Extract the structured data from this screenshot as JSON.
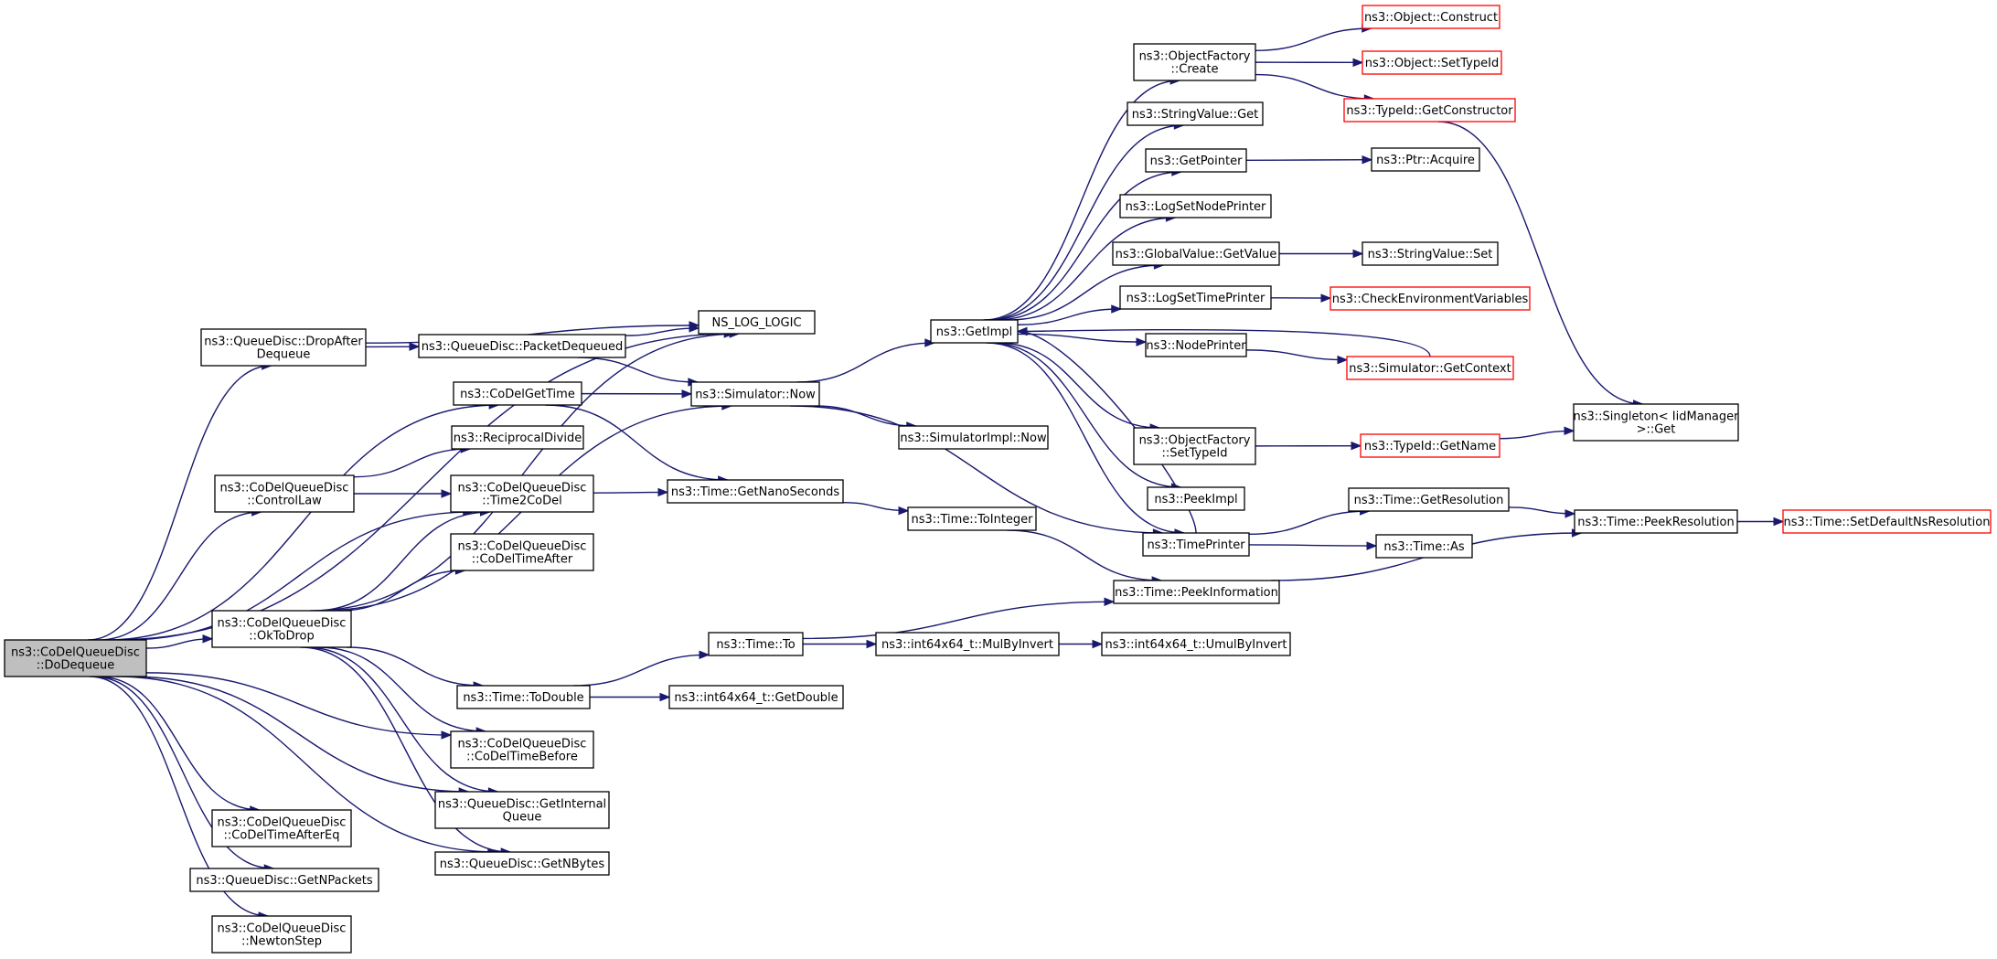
{
  "colors": {
    "edge": "#191970",
    "node_border": "#000000",
    "truncated_border": "#ff0000",
    "root_fill": "#bfbfbf"
  },
  "nodes": [
    {
      "id": "dodequeue",
      "lines": [
        "ns3::CoDelQueueDisc",
        "::DoDequeue"
      ],
      "style": "root"
    },
    {
      "id": "nslog",
      "lines": [
        "NS_LOG_LOGIC"
      ]
    },
    {
      "id": "dropafter",
      "lines": [
        "ns3::QueueDisc::DropAfter",
        "Dequeue"
      ]
    },
    {
      "id": "packetdeq",
      "lines": [
        "ns3::QueueDisc::PacketDequeued"
      ]
    },
    {
      "id": "simnow",
      "lines": [
        "ns3::Simulator::Now"
      ]
    },
    {
      "id": "getimpl",
      "lines": [
        "ns3::GetImpl"
      ]
    },
    {
      "id": "ofcreate",
      "lines": [
        "ns3::ObjectFactory",
        "::Create"
      ]
    },
    {
      "id": "objconstruct",
      "lines": [
        "ns3::Object::Construct"
      ],
      "style": "truncated"
    },
    {
      "id": "objsettypeid",
      "lines": [
        "ns3::Object::SetTypeId"
      ],
      "style": "truncated"
    },
    {
      "id": "typeidgetctor",
      "lines": [
        "ns3::TypeId::GetConstructor"
      ],
      "style": "truncated"
    },
    {
      "id": "stringvalueget",
      "lines": [
        "ns3::StringValue::Get"
      ]
    },
    {
      "id": "getpointer",
      "lines": [
        "ns3::GetPointer"
      ]
    },
    {
      "id": "ptracquire",
      "lines": [
        "ns3::Ptr::Acquire"
      ]
    },
    {
      "id": "logsetnode",
      "lines": [
        "ns3::LogSetNodePrinter"
      ]
    },
    {
      "id": "gvgetvalue",
      "lines": [
        "ns3::GlobalValue::GetValue"
      ]
    },
    {
      "id": "stringvalueset",
      "lines": [
        "ns3::StringValue::Set"
      ]
    },
    {
      "id": "logsettime",
      "lines": [
        "ns3::LogSetTimePrinter"
      ]
    },
    {
      "id": "checkenv",
      "lines": [
        "ns3::CheckEnvironmentVariables"
      ],
      "style": "truncated"
    },
    {
      "id": "nodeprinter",
      "lines": [
        "ns3::NodePrinter"
      ]
    },
    {
      "id": "simgetctx",
      "lines": [
        "ns3::Simulator::GetContext"
      ],
      "style": "truncated"
    },
    {
      "id": "ofsettypeid",
      "lines": [
        "ns3::ObjectFactory",
        "::SetTypeId"
      ]
    },
    {
      "id": "typeidgetname",
      "lines": [
        "ns3::TypeId::GetName"
      ],
      "style": "truncated"
    },
    {
      "id": "singleton",
      "lines": [
        "ns3::Singleton< IidManager",
        " >::Get"
      ]
    },
    {
      "id": "peekimpl",
      "lines": [
        "ns3::PeekImpl"
      ]
    },
    {
      "id": "timeprinter",
      "lines": [
        "ns3::TimePrinter"
      ]
    },
    {
      "id": "timegetres",
      "lines": [
        "ns3::Time::GetResolution"
      ]
    },
    {
      "id": "timepeekres",
      "lines": [
        "ns3::Time::PeekResolution"
      ]
    },
    {
      "id": "timesetdefault",
      "lines": [
        "ns3::Time::SetDefaultNsResolution"
      ],
      "style": "truncated"
    },
    {
      "id": "timeas",
      "lines": [
        "ns3::Time::As"
      ]
    },
    {
      "id": "simimplnow",
      "lines": [
        "ns3::SimulatorImpl::Now"
      ]
    },
    {
      "id": "codelgettime",
      "lines": [
        "ns3::CoDelGetTime"
      ]
    },
    {
      "id": "reciprocal",
      "lines": [
        "ns3::ReciprocalDivide"
      ]
    },
    {
      "id": "controllaw",
      "lines": [
        "ns3::CoDelQueueDisc",
        "::ControlLaw"
      ]
    },
    {
      "id": "time2codel",
      "lines": [
        "ns3::CoDelQueueDisc",
        "::Time2CoDel"
      ]
    },
    {
      "id": "getnanosec",
      "lines": [
        "ns3::Time::GetNanoSeconds"
      ]
    },
    {
      "id": "tointeger",
      "lines": [
        "ns3::Time::ToInteger"
      ]
    },
    {
      "id": "codeltimeafter",
      "lines": [
        "ns3::CoDelQueueDisc",
        "::CoDelTimeAfter"
      ]
    },
    {
      "id": "oktodrop",
      "lines": [
        "ns3::CoDelQueueDisc",
        "::OkToDrop"
      ]
    },
    {
      "id": "peekinfo",
      "lines": [
        "ns3::Time::PeekInformation"
      ]
    },
    {
      "id": "timeto",
      "lines": [
        "ns3::Time::To"
      ]
    },
    {
      "id": "mulbyinvert",
      "lines": [
        "ns3::int64x64_t::MulByInvert"
      ]
    },
    {
      "id": "umulbyinvert",
      "lines": [
        "ns3::int64x64_t::UmulByInvert"
      ]
    },
    {
      "id": "todouble",
      "lines": [
        "ns3::Time::ToDouble"
      ]
    },
    {
      "id": "getdouble",
      "lines": [
        "ns3::int64x64_t::GetDouble"
      ]
    },
    {
      "id": "codeltimebefore",
      "lines": [
        "ns3::CoDelQueueDisc",
        "::CoDelTimeBefore"
      ]
    },
    {
      "id": "getinternal",
      "lines": [
        "ns3::QueueDisc::GetInternal",
        "Queue"
      ]
    },
    {
      "id": "codeltimeaftereq",
      "lines": [
        "ns3::CoDelQueueDisc",
        "::CoDelTimeAfterEq"
      ]
    },
    {
      "id": "getnpackets",
      "lines": [
        "ns3::QueueDisc::GetNPackets"
      ]
    },
    {
      "id": "getnbytes",
      "lines": [
        "ns3::QueueDisc::GetNBytes"
      ]
    },
    {
      "id": "newtonstep",
      "lines": [
        "ns3::CoDelQueueDisc",
        "::NewtonStep"
      ]
    }
  ],
  "edges": [
    {
      "from": "dodequeue",
      "to": "nslog"
    },
    {
      "from": "dodequeue",
      "to": "dropafter"
    },
    {
      "from": "dodequeue",
      "to": "codelgettime"
    },
    {
      "from": "dodequeue",
      "to": "controllaw"
    },
    {
      "from": "dodequeue",
      "to": "time2codel"
    },
    {
      "from": "dodequeue",
      "to": "oktodrop"
    },
    {
      "from": "dodequeue",
      "to": "codeltimebefore"
    },
    {
      "from": "dodequeue",
      "to": "getinternal"
    },
    {
      "from": "dodequeue",
      "to": "getnbytes"
    },
    {
      "from": "dodequeue",
      "to": "codeltimeaftereq"
    },
    {
      "from": "dodequeue",
      "to": "getnpackets"
    },
    {
      "from": "dodequeue",
      "to": "newtonstep"
    },
    {
      "from": "dropafter",
      "to": "nslog"
    },
    {
      "from": "dropafter",
      "to": "packetdeq"
    },
    {
      "from": "packetdeq",
      "to": "nslog"
    },
    {
      "from": "packetdeq",
      "to": "simnow"
    },
    {
      "from": "simnow",
      "to": "getimpl"
    },
    {
      "from": "simnow",
      "to": "simimplnow"
    },
    {
      "from": "simnow",
      "to": "timeprinter"
    },
    {
      "from": "getimpl",
      "to": "ofcreate"
    },
    {
      "from": "getimpl",
      "to": "stringvalueget"
    },
    {
      "from": "getimpl",
      "to": "getpointer"
    },
    {
      "from": "getimpl",
      "to": "logsetnode"
    },
    {
      "from": "getimpl",
      "to": "gvgetvalue"
    },
    {
      "from": "getimpl",
      "to": "logsettime"
    },
    {
      "from": "getimpl",
      "to": "nodeprinter"
    },
    {
      "from": "getimpl",
      "to": "ofsettypeid"
    },
    {
      "from": "getimpl",
      "to": "peekimpl"
    },
    {
      "from": "getimpl",
      "to": "timeprinter"
    },
    {
      "from": "ofcreate",
      "to": "objconstruct"
    },
    {
      "from": "ofcreate",
      "to": "objsettypeid"
    },
    {
      "from": "ofcreate",
      "to": "typeidgetctor"
    },
    {
      "from": "typeidgetctor",
      "to": "singleton"
    },
    {
      "from": "getpointer",
      "to": "ptracquire"
    },
    {
      "from": "gvgetvalue",
      "to": "stringvalueset"
    },
    {
      "from": "logsettime",
      "to": "checkenv"
    },
    {
      "from": "nodeprinter",
      "to": "simgetctx"
    },
    {
      "from": "simgetctx",
      "to": "getimpl"
    },
    {
      "from": "ofsettypeid",
      "to": "typeidgetname"
    },
    {
      "from": "typeidgetname",
      "to": "singleton"
    },
    {
      "from": "timeprinter",
      "to": "timegetres"
    },
    {
      "from": "timeprinter",
      "to": "timeas"
    },
    {
      "from": "timeprinter",
      "to": "getimpl"
    },
    {
      "from": "timegetres",
      "to": "timepeekres"
    },
    {
      "from": "timepeekres",
      "to": "timesetdefault"
    },
    {
      "from": "codelgettime",
      "to": "simnow"
    },
    {
      "from": "codelgettime",
      "to": "getnanosec"
    },
    {
      "from": "controllaw",
      "to": "reciprocal"
    },
    {
      "from": "controllaw",
      "to": "time2codel"
    },
    {
      "from": "time2codel",
      "to": "getnanosec"
    },
    {
      "from": "getnanosec",
      "to": "tointeger"
    },
    {
      "from": "tointeger",
      "to": "peekinfo"
    },
    {
      "from": "peekinfo",
      "to": "timepeekres"
    },
    {
      "from": "oktodrop",
      "to": "nslog"
    },
    {
      "from": "oktodrop",
      "to": "simnow"
    },
    {
      "from": "oktodrop",
      "to": "time2codel"
    },
    {
      "from": "oktodrop",
      "to": "codeltimeafter"
    },
    {
      "from": "oktodrop",
      "to": "todouble"
    },
    {
      "from": "oktodrop",
      "to": "codeltimebefore"
    },
    {
      "from": "oktodrop",
      "to": "getinternal"
    },
    {
      "from": "oktodrop",
      "to": "getnbytes"
    },
    {
      "from": "todouble",
      "to": "timeto"
    },
    {
      "from": "todouble",
      "to": "getdouble"
    },
    {
      "from": "timeto",
      "to": "peekinfo"
    },
    {
      "from": "timeto",
      "to": "mulbyinvert"
    },
    {
      "from": "mulbyinvert",
      "to": "umulbyinvert"
    }
  ]
}
